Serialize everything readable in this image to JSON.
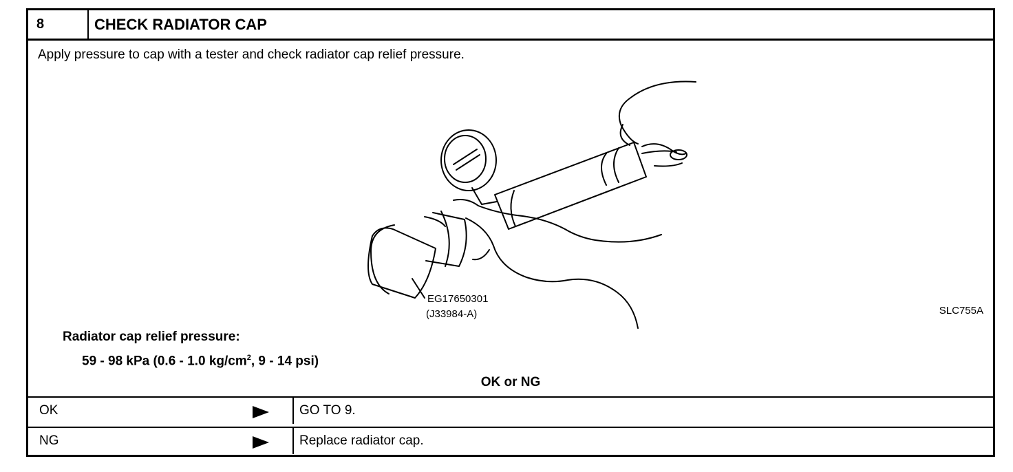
{
  "header": {
    "step": "8",
    "title": "CHECK RADIATOR CAP"
  },
  "body": {
    "instruction": "Apply pressure to cap with a tester and check radiator cap relief pressure.",
    "figure": {
      "tool_part": "EG17650301",
      "tool_alt": "(J33984-A)",
      "code": "SLC755A"
    },
    "spec": {
      "label": "Radiator cap relief pressure:",
      "value_part1": "59 - 98 kPa (0.6 - 1.0 kg/cm",
      "value_sup": "2",
      "value_part2": ", 9 - 14 psi)"
    },
    "question": "OK or NG"
  },
  "results": [
    {
      "result": "OK",
      "action": "GO TO 9."
    },
    {
      "result": "NG",
      "action": "Replace radiator cap."
    }
  ]
}
